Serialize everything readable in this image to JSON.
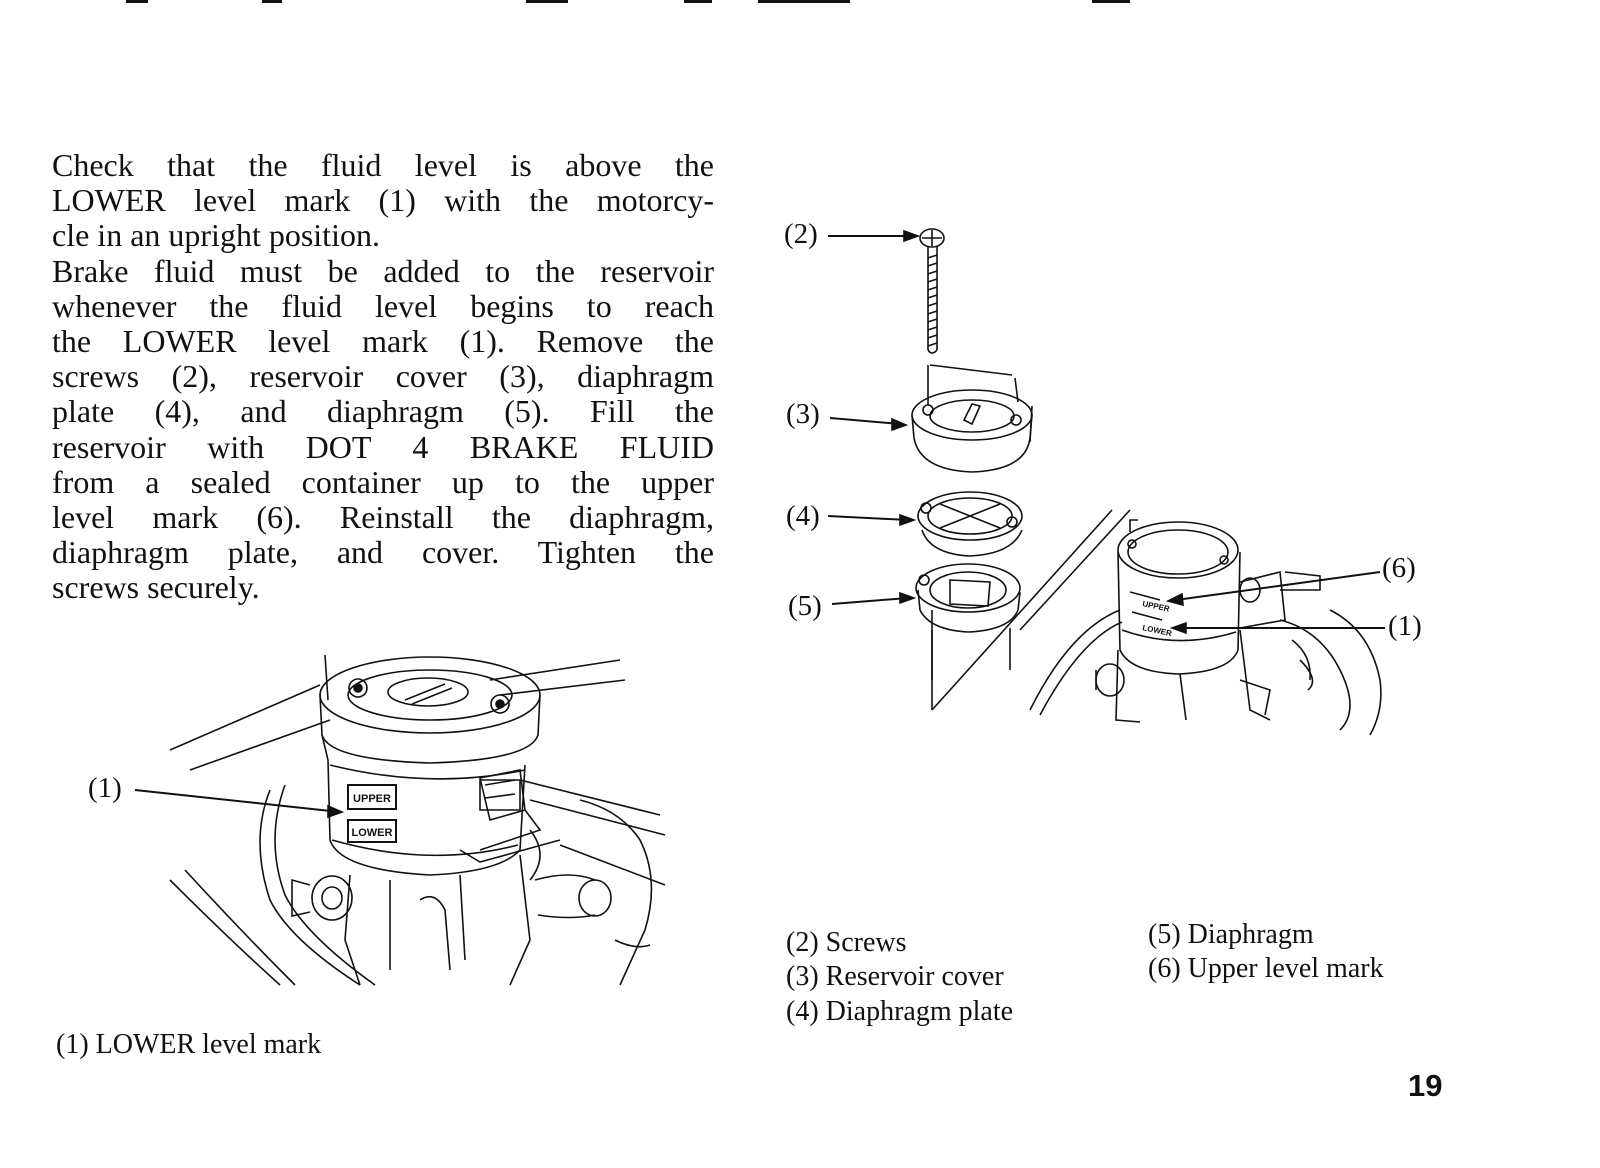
{
  "page": {
    "number": "19",
    "body_lines": [
      "Check that the fluid level is above the",
      "LOWER level mark (1) with the motorcy-",
      "cle in an upright position.",
      "Brake fluid must be added to the reservoir",
      "whenever the fluid level begins to reach",
      "the LOWER level mark (1). Remove the",
      "screws (2), reservoir cover (3), diaphragm",
      "plate (4), and diaphragm (5). Fill the",
      "reservoir with DOT 4 BRAKE FLUID",
      "from a sealed container up to the upper",
      "level mark (6). Reinstall the diaphragm,",
      "diaphragm plate, and cover. Tighten the",
      "screws securely."
    ]
  },
  "figure_left": {
    "callout": "(1)",
    "stamp_upper": "UPPER",
    "stamp_lower": "LOWER",
    "caption": "(1) LOWER level mark"
  },
  "figure_right": {
    "callouts": [
      "(2)",
      "(3)",
      "(4)",
      "(5)",
      "(6)",
      "(1)"
    ],
    "stamp_upper": "UPPER",
    "stamp_lower": "LOWER",
    "captions_col1": [
      "(2) Screws",
      "(3) Reservoir cover",
      "(4) Diaphragm plate"
    ],
    "captions_col2": [
      "(5) Diaphragm",
      "(6) Upper level mark"
    ]
  }
}
